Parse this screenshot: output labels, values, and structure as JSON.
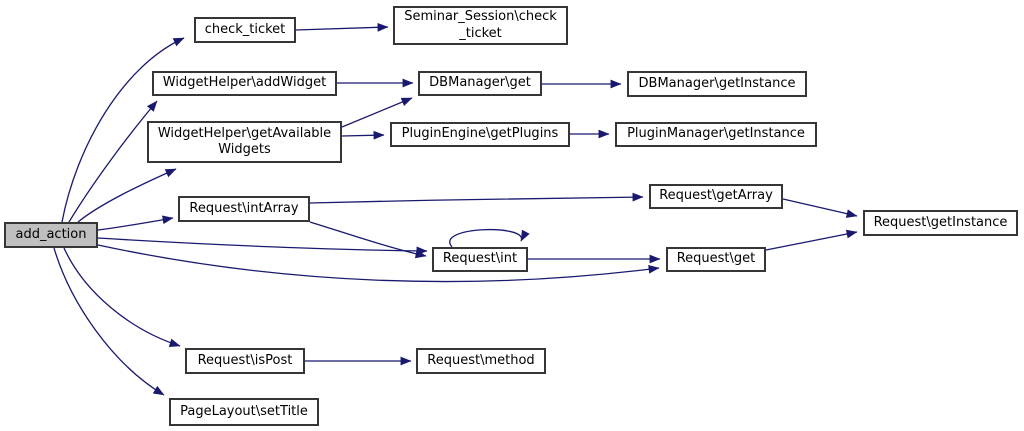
{
  "diagram": {
    "type": "call-graph",
    "colors": {
      "edge": "#191970",
      "node_border": "#363636",
      "node_fill": "#ffffff",
      "highlight_fill": "#bfbfbf",
      "text": "#000000",
      "background": "#ffffff"
    }
  },
  "nodes": {
    "add_action": {
      "label": "add_action",
      "highlighted": true
    },
    "check_ticket": {
      "label": "check_ticket"
    },
    "seminar_check_ticket": {
      "label": "Seminar_Session\\check\n_ticket"
    },
    "widgethelper_addwidget": {
      "label": "WidgetHelper\\addWidget"
    },
    "dbmanager_get": {
      "label": "DBManager\\get"
    },
    "dbmanager_getinstance": {
      "label": "DBManager\\getInstance"
    },
    "widgethelper_getavailablewidgets": {
      "label": "WidgetHelper\\getAvailable\nWidgets"
    },
    "pluginengine_getplugins": {
      "label": "PluginEngine\\getPlugins"
    },
    "pluginmanager_getinstance": {
      "label": "PluginManager\\getInstance"
    },
    "request_intarray": {
      "label": "Request\\intArray"
    },
    "request_getarray": {
      "label": "Request\\getArray"
    },
    "request_getinstance": {
      "label": "Request\\getInstance"
    },
    "request_int": {
      "label": "Request\\int"
    },
    "request_get": {
      "label": "Request\\get"
    },
    "request_ispost": {
      "label": "Request\\isPost"
    },
    "request_method": {
      "label": "Request\\method"
    },
    "pagelayout_settitle": {
      "label": "PageLayout\\setTitle"
    }
  },
  "edges": [
    {
      "from": "add_action",
      "to": "check_ticket"
    },
    {
      "from": "add_action",
      "to": "widgethelper_addwidget"
    },
    {
      "from": "add_action",
      "to": "widgethelper_getavailablewidgets"
    },
    {
      "from": "add_action",
      "to": "request_intarray"
    },
    {
      "from": "add_action",
      "to": "request_int"
    },
    {
      "from": "add_action",
      "to": "request_get"
    },
    {
      "from": "add_action",
      "to": "request_ispost"
    },
    {
      "from": "add_action",
      "to": "pagelayout_settitle"
    },
    {
      "from": "check_ticket",
      "to": "seminar_check_ticket"
    },
    {
      "from": "widgethelper_addwidget",
      "to": "dbmanager_get"
    },
    {
      "from": "widgethelper_getavailablewidgets",
      "to": "dbmanager_get"
    },
    {
      "from": "widgethelper_getavailablewidgets",
      "to": "pluginengine_getplugins"
    },
    {
      "from": "dbmanager_get",
      "to": "dbmanager_getinstance"
    },
    {
      "from": "pluginengine_getplugins",
      "to": "pluginmanager_getinstance"
    },
    {
      "from": "request_intarray",
      "to": "request_getarray"
    },
    {
      "from": "request_intarray",
      "to": "request_int"
    },
    {
      "from": "request_getarray",
      "to": "request_getinstance"
    },
    {
      "from": "request_int",
      "to": "request_int"
    },
    {
      "from": "request_int",
      "to": "request_get"
    },
    {
      "from": "request_get",
      "to": "request_getinstance"
    },
    {
      "from": "request_ispost",
      "to": "request_method"
    }
  ]
}
